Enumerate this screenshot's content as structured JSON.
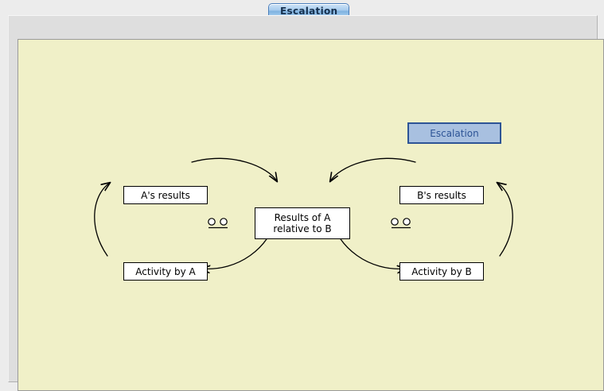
{
  "window": {
    "background_color": "#ececec",
    "panel_color": "#dedede"
  },
  "tabs": [
    {
      "label": "Escalation",
      "selected": true
    }
  ],
  "canvas": {
    "background_color": "#f0f0c8",
    "border_color": "#9a9a9a"
  },
  "diagram": {
    "type": "causal-loop-diagram",
    "title": "Escalation",
    "legend_box": {
      "label": "Escalation",
      "fill_color": "#a8c0e0",
      "border_color": "#2d5496",
      "text_color": "#2d5496"
    },
    "nodes": [
      {
        "id": "a-results",
        "label": "A's results"
      },
      {
        "id": "activity-a",
        "label": "Activity by A"
      },
      {
        "id": "center",
        "label": "Results of A\nrelative to B"
      },
      {
        "id": "b-results",
        "label": "B's results"
      },
      {
        "id": "activity-b",
        "label": "Activity by B"
      }
    ],
    "loops": [
      {
        "id": "loop-left",
        "marker": "balancing-loop-icon",
        "nodes": [
          "a-results",
          "center",
          "activity-a"
        ]
      },
      {
        "id": "loop-right",
        "marker": "balancing-loop-icon",
        "nodes": [
          "b-results",
          "center",
          "activity-b"
        ]
      }
    ],
    "edges": [
      {
        "from": "a-results",
        "to": "center",
        "arrow": true
      },
      {
        "from": "center",
        "to": "activity-a",
        "arrow": true
      },
      {
        "from": "activity-a",
        "to": "a-results",
        "arrow": true
      },
      {
        "from": "b-results",
        "to": "center",
        "arrow": true
      },
      {
        "from": "center",
        "to": "activity-b",
        "arrow": true
      },
      {
        "from": "activity-b",
        "to": "b-results",
        "arrow": true
      }
    ]
  }
}
